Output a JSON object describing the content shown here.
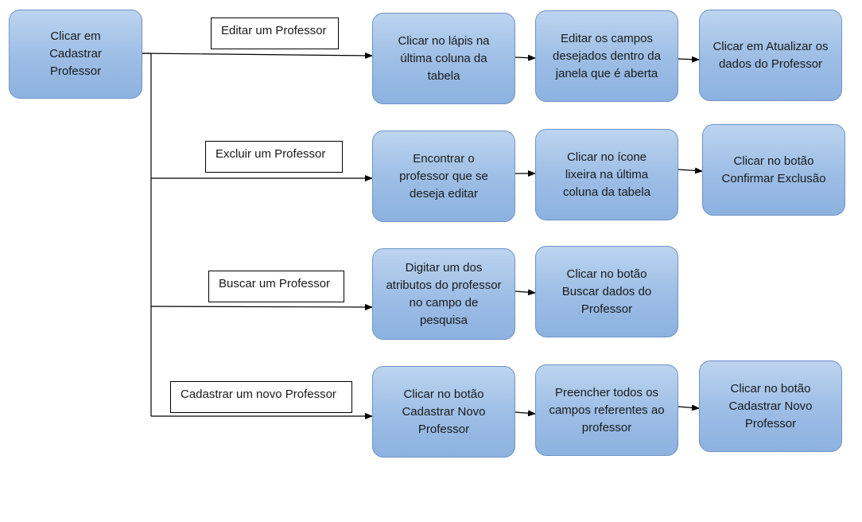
{
  "start": {
    "text": "Clicar em Cadastrar Professor"
  },
  "branches": [
    {
      "label": "Editar um Professor",
      "steps": [
        "Clicar no lápis na última coluna da tabela",
        "Editar os campos desejados dentro da janela que é aberta",
        "Clicar em Atualizar os dados do Professor"
      ]
    },
    {
      "label": "Excluir um Professor",
      "steps": [
        "Encontrar o professor que se deseja editar",
        "Clicar no ícone lixeira na última coluna da tabela",
        "Clicar no botão Confirmar Exclusão"
      ]
    },
    {
      "label": "Buscar um Professor",
      "steps": [
        "Digitar um dos atributos do professor no campo de pesquisa",
        "Clicar no botão Buscar dados do Professor"
      ]
    },
    {
      "label": "Cadastrar um novo Professor",
      "steps": [
        "Clicar no botão Cadastrar Novo Professor",
        "Preencher todos os campos referentes ao professor",
        "Clicar no botão Cadastrar Novo Professor"
      ]
    }
  ],
  "colors": {
    "node_fill": "#9cbde5",
    "node_border": "#6f93c6",
    "connector": "#000000"
  }
}
